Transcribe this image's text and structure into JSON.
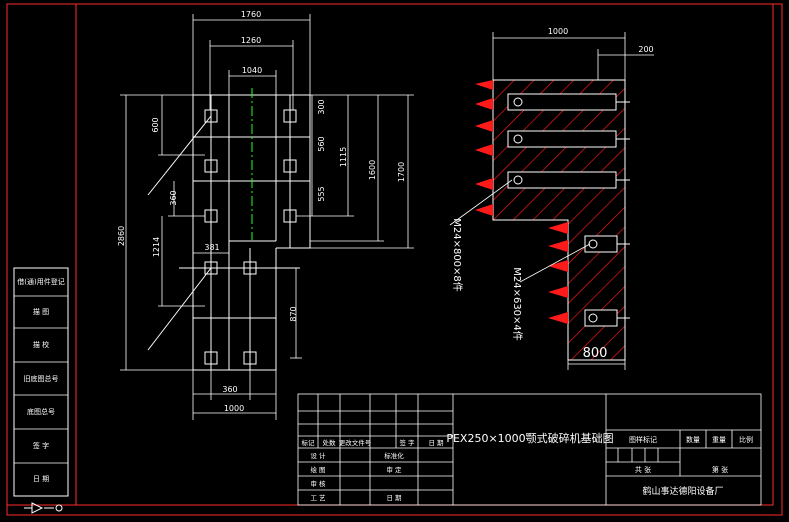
{
  "left_dims": {
    "top": [
      "1760",
      "1260",
      "1040"
    ],
    "vertical": [
      "600",
      "300",
      "560",
      "1115",
      "1600",
      "1700",
      "555",
      "360",
      "2860",
      "1214",
      "870"
    ],
    "horizontal_mid": [
      "381"
    ],
    "bottom": [
      "360",
      "1000"
    ]
  },
  "right_dims": {
    "top": [
      "1000",
      "200"
    ],
    "bottom": [
      "800"
    ]
  },
  "bolt_labels": [
    "M24×800×8件",
    "M24×630×4件"
  ],
  "side_labels": [
    "借(通)用件登记",
    "描  图",
    "描  校",
    "旧底图总号",
    "底图总号",
    "签  字",
    "日  期"
  ],
  "title_block": {
    "title": "PEX250×1000颚式破碎机基础图",
    "rev_headers": [
      "标记",
      "处数",
      "更改文件号",
      "签 字",
      "日 期"
    ],
    "sign_rows": [
      [
        "设 计",
        "标准化"
      ],
      [
        "绘 图",
        "审 定"
      ],
      [
        "审 核",
        ""
      ],
      [
        "工 艺",
        "日 期"
      ]
    ],
    "stage_headers": [
      "图样标记",
      "数量",
      "重量",
      "比例"
    ],
    "sheet": [
      "共    张",
      "第    张"
    ],
    "company": "鹤山事达德阳设备厂"
  },
  "colors": {
    "background": "#000000",
    "line": "#ffffff",
    "border": "#ff2a2a",
    "hatch": "#ff1a1a",
    "centerline": "#22ff22"
  }
}
